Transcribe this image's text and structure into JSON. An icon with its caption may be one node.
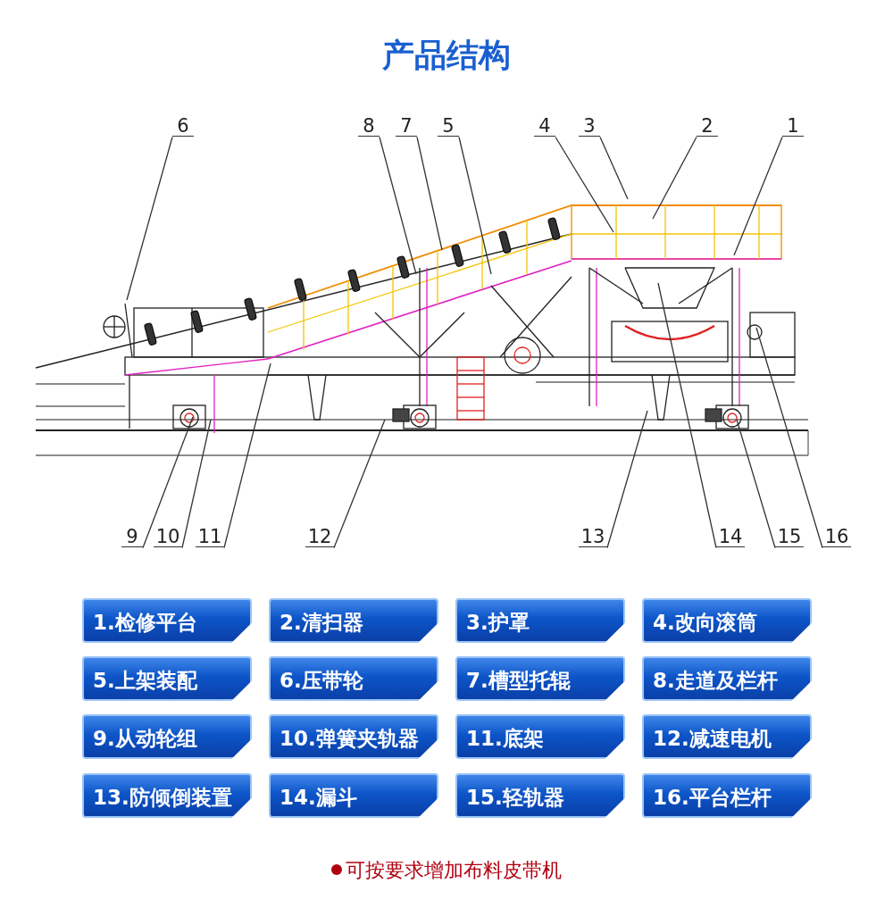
{
  "diagram": {
    "title": "产品结构",
    "caption": "可按要求增加布料皮带机",
    "nodes": [
      {
        "text": [
          "6"
        ]
      },
      {
        "text": [
          "8"
        ]
      },
      {
        "text": [
          "7"
        ]
      },
      {
        "text": [
          "5"
        ]
      },
      {
        "text": [
          "4"
        ]
      },
      {
        "text": [
          "3"
        ]
      },
      {
        "text": [
          "2"
        ]
      },
      {
        "text": [
          "1"
        ]
      },
      {
        "text": [
          "9"
        ]
      },
      {
        "text": [
          "10"
        ]
      },
      {
        "text": [
          "11"
        ]
      },
      {
        "text": [
          "12"
        ]
      },
      {
        "text": [
          "13"
        ]
      },
      {
        "text": [
          "14"
        ]
      },
      {
        "text": [
          "15"
        ]
      },
      {
        "text": [
          "16"
        ]
      },
      {
        "text": [
          "1.检修平台"
        ]
      },
      {
        "text": [
          "2.清扫器"
        ]
      },
      {
        "text": [
          "3.护罩"
        ]
      },
      {
        "text": [
          "4.改向滚筒"
        ]
      },
      {
        "text": [
          "5.上架装配"
        ]
      },
      {
        "text": [
          "6.压带轮"
        ]
      },
      {
        "text": [
          "7.槽型托辊"
        ]
      },
      {
        "text": [
          "8.走道及栏杆"
        ]
      },
      {
        "text": [
          "9.从动轮组"
        ]
      },
      {
        "text": [
          "10.弹簧夹轨器"
        ]
      },
      {
        "text": [
          "11.底架"
        ]
      },
      {
        "text": [
          "12.减速电机"
        ]
      },
      {
        "text": [
          "13.防倾倒装置"
        ]
      },
      {
        "text": [
          "14.漏斗"
        ]
      },
      {
        "text": [
          "15.轻轨器"
        ]
      },
      {
        "text": [
          "16.平台栏杆"
        ]
      }
    ],
    "edges": [
      {
        "from": 0,
        "to": null,
        "arrow": "none"
      },
      {
        "from": 1,
        "to": null,
        "arrow": "none"
      },
      {
        "from": 2,
        "to": null,
        "arrow": "none"
      },
      {
        "from": 3,
        "to": null,
        "arrow": "none"
      },
      {
        "from": 4,
        "to": null,
        "arrow": "none"
      },
      {
        "from": 5,
        "to": null,
        "arrow": "none"
      },
      {
        "from": 6,
        "to": null,
        "arrow": "none"
      },
      {
        "from": 7,
        "to": null,
        "arrow": "none"
      },
      {
        "from": 8,
        "to": null,
        "arrow": "none"
      },
      {
        "from": 9,
        "to": null,
        "arrow": "none"
      },
      {
        "from": 10,
        "to": null,
        "arrow": "none"
      },
      {
        "from": 11,
        "to": null,
        "arrow": "none"
      },
      {
        "from": 12,
        "to": null,
        "arrow": "none"
      },
      {
        "from": 13,
        "to": null,
        "arrow": "none"
      },
      {
        "from": 14,
        "to": null,
        "arrow": "none"
      },
      {
        "from": 15,
        "to": null,
        "arrow": "none"
      }
    ]
  }
}
